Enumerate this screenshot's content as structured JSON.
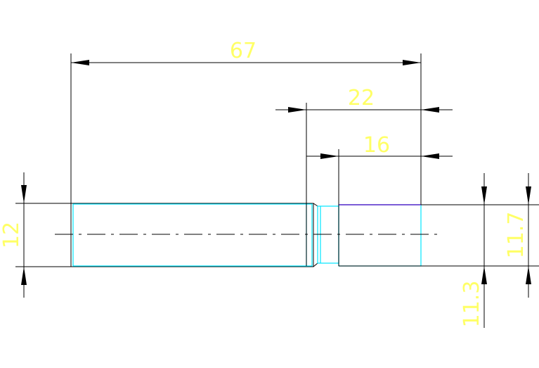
{
  "drawing": {
    "background": "#ffffff",
    "dimension_text_color": "#ffff66",
    "dimension_line_color": "#000000",
    "part_color": "#00e5ff",
    "highlight_edge_color": "#7b5cd6"
  },
  "dimensions": {
    "overall_length": "67",
    "stepped_length": "22",
    "end_length": "16",
    "left_diameter": "12",
    "right_diameter": "11.7",
    "neck_diameter": "11.3"
  }
}
